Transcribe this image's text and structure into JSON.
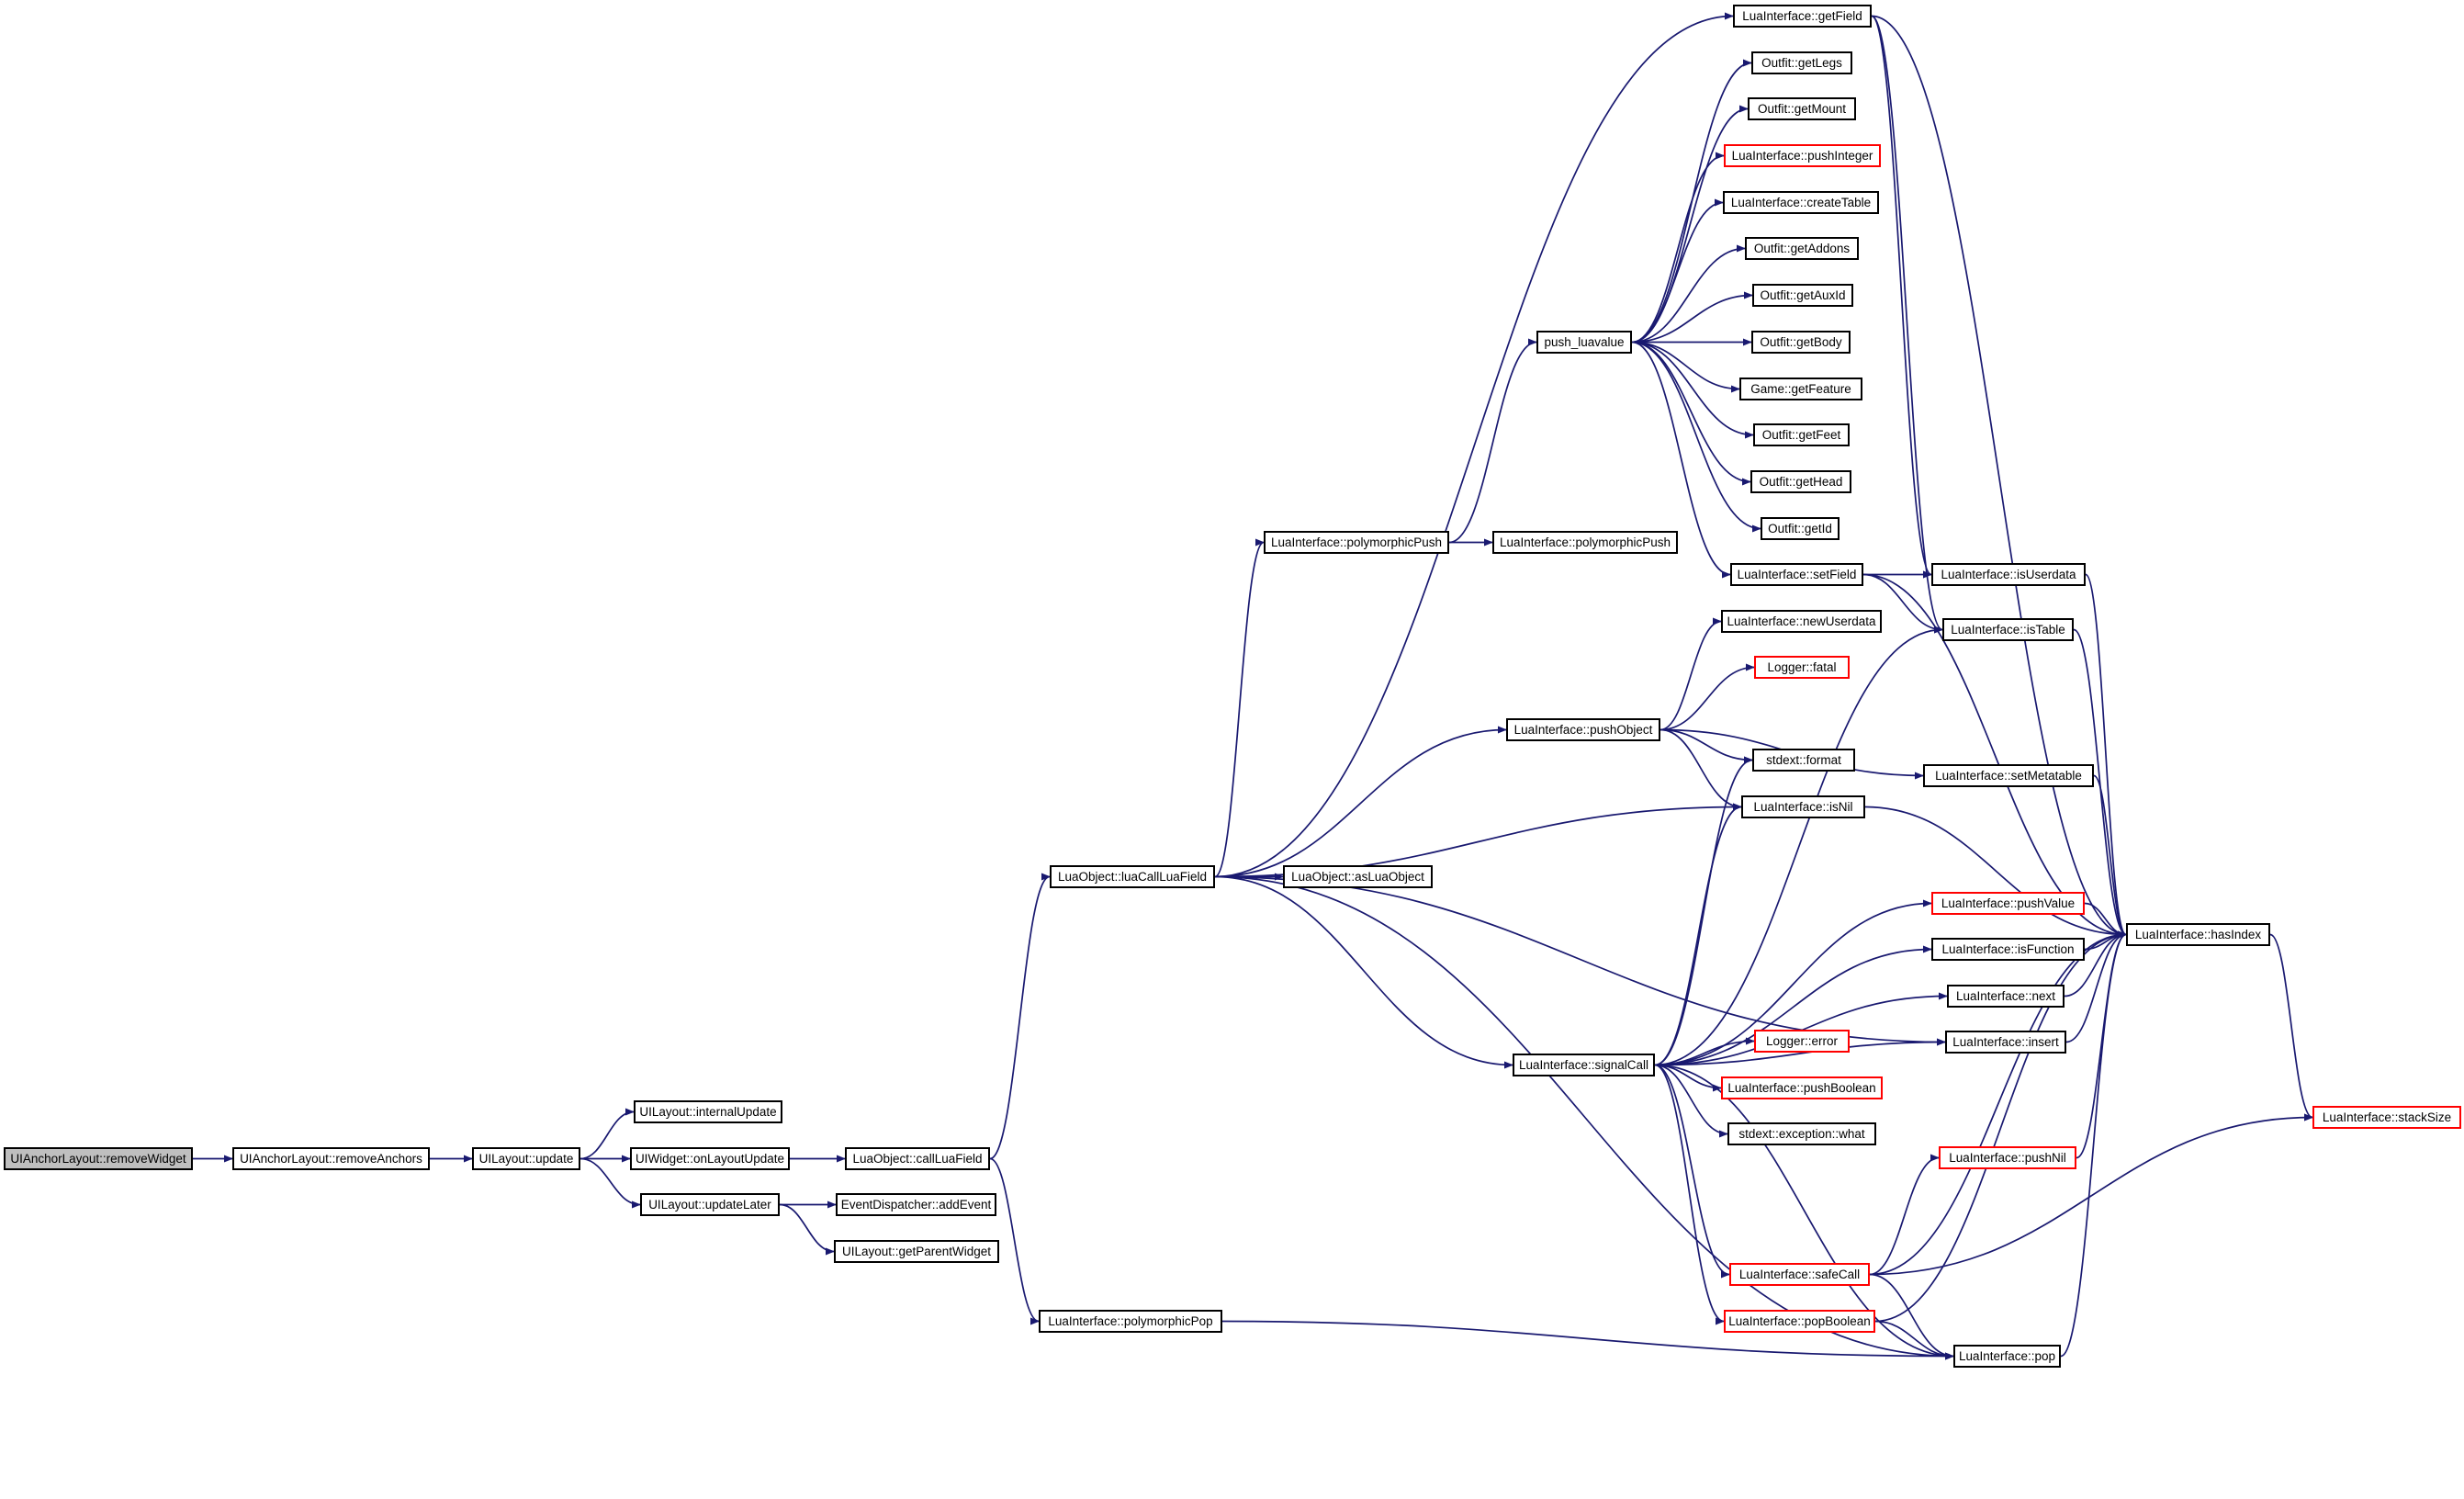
{
  "diagram": {
    "colors": {
      "edge": "#191970",
      "node_border": "#000000",
      "truncated_border": "#ff0000",
      "root_fill": "#bfbfbf",
      "background": "#ffffff"
    },
    "nodes": [
      {
        "id": "removeWidget",
        "label": "UIAnchorLayout::removeWidget",
        "root": true
      },
      {
        "id": "removeAnchors",
        "label": "UIAnchorLayout::removeAnchors"
      },
      {
        "id": "update",
        "label": "UILayout::update"
      },
      {
        "id": "internalUpdate",
        "label": "UILayout::internalUpdate"
      },
      {
        "id": "onLayoutUpdate",
        "label": "UIWidget::onLayoutUpdate"
      },
      {
        "id": "updateLater",
        "label": "UILayout::updateLater"
      },
      {
        "id": "addEvent",
        "label": "EventDispatcher::addEvent"
      },
      {
        "id": "getParentWidget",
        "label": "UILayout::getParentWidget"
      },
      {
        "id": "callLuaField",
        "label": "LuaObject::callLuaField"
      },
      {
        "id": "polymorphicPop",
        "label": "LuaInterface::polymorphicPop"
      },
      {
        "id": "luaCallLuaField",
        "label": "LuaObject::luaCallLuaField"
      },
      {
        "id": "asLuaObject",
        "label": "LuaObject::asLuaObject"
      },
      {
        "id": "polymorphicPush1",
        "label": "LuaInterface::polymorphicPush"
      },
      {
        "id": "polymorphicPush2",
        "label": "LuaInterface::polymorphicPush"
      },
      {
        "id": "push_luavalue",
        "label": "push_luavalue"
      },
      {
        "id": "pushObject",
        "label": "LuaInterface::pushObject"
      },
      {
        "id": "signalCall",
        "label": "LuaInterface::signalCall"
      },
      {
        "id": "getField",
        "label": "LuaInterface::getField"
      },
      {
        "id": "getLegs",
        "label": "Outfit::getLegs"
      },
      {
        "id": "getMount",
        "label": "Outfit::getMount"
      },
      {
        "id": "pushInteger",
        "label": "LuaInterface::pushInteger",
        "truncated": true
      },
      {
        "id": "createTable",
        "label": "LuaInterface::createTable"
      },
      {
        "id": "getAddons",
        "label": "Outfit::getAddons"
      },
      {
        "id": "getAuxId",
        "label": "Outfit::getAuxId"
      },
      {
        "id": "getBody",
        "label": "Outfit::getBody"
      },
      {
        "id": "getFeature",
        "label": "Game::getFeature"
      },
      {
        "id": "getFeet",
        "label": "Outfit::getFeet"
      },
      {
        "id": "getHead",
        "label": "Outfit::getHead"
      },
      {
        "id": "getId",
        "label": "Outfit::getId"
      },
      {
        "id": "setField",
        "label": "LuaInterface::setField"
      },
      {
        "id": "newUserdata",
        "label": "LuaInterface::newUserdata"
      },
      {
        "id": "fatal",
        "label": "Logger::fatal",
        "truncated": true
      },
      {
        "id": "format",
        "label": "stdext::format"
      },
      {
        "id": "isNil",
        "label": "LuaInterface::isNil"
      },
      {
        "id": "error",
        "label": "Logger::error",
        "truncated": true
      },
      {
        "id": "pushBoolean",
        "label": "LuaInterface::pushBoolean",
        "truncated": true
      },
      {
        "id": "what",
        "label": "stdext::exception::what"
      },
      {
        "id": "safeCall",
        "label": "LuaInterface::safeCall",
        "truncated": true
      },
      {
        "id": "popBoolean",
        "label": "LuaInterface::popBoolean",
        "truncated": true
      },
      {
        "id": "isUserdata",
        "label": "LuaInterface::isUserdata"
      },
      {
        "id": "isTable",
        "label": "LuaInterface::isTable"
      },
      {
        "id": "setMetatable",
        "label": "LuaInterface::setMetatable"
      },
      {
        "id": "pushValue",
        "label": "LuaInterface::pushValue",
        "truncated": true
      },
      {
        "id": "isFunction",
        "label": "LuaInterface::isFunction"
      },
      {
        "id": "next",
        "label": "LuaInterface::next"
      },
      {
        "id": "insert",
        "label": "LuaInterface::insert"
      },
      {
        "id": "pushNil",
        "label": "LuaInterface::pushNil",
        "truncated": true
      },
      {
        "id": "pop",
        "label": "LuaInterface::pop"
      },
      {
        "id": "hasIndex",
        "label": "LuaInterface::hasIndex"
      },
      {
        "id": "stackSize",
        "label": "LuaInterface::stackSize",
        "truncated": true
      }
    ],
    "edges": [
      [
        "removeWidget",
        "removeAnchors"
      ],
      [
        "removeAnchors",
        "update"
      ],
      [
        "update",
        "internalUpdate"
      ],
      [
        "update",
        "onLayoutUpdate"
      ],
      [
        "update",
        "updateLater"
      ],
      [
        "onLayoutUpdate",
        "callLuaField"
      ],
      [
        "updateLater",
        "addEvent"
      ],
      [
        "updateLater",
        "getParentWidget"
      ],
      [
        "callLuaField",
        "luaCallLuaField"
      ],
      [
        "callLuaField",
        "polymorphicPop"
      ],
      [
        "polymorphicPop",
        "pop"
      ],
      [
        "luaCallLuaField",
        "asLuaObject"
      ],
      [
        "luaCallLuaField",
        "polymorphicPush1"
      ],
      [
        "luaCallLuaField",
        "pushObject"
      ],
      [
        "luaCallLuaField",
        "signalCall"
      ],
      [
        "luaCallLuaField",
        "getField"
      ],
      [
        "luaCallLuaField",
        "isNil"
      ],
      [
        "luaCallLuaField",
        "insert"
      ],
      [
        "luaCallLuaField",
        "pop"
      ],
      [
        "polymorphicPush1",
        "polymorphicPush2"
      ],
      [
        "polymorphicPush1",
        "push_luavalue"
      ],
      [
        "push_luavalue",
        "getLegs"
      ],
      [
        "push_luavalue",
        "getMount"
      ],
      [
        "push_luavalue",
        "pushInteger"
      ],
      [
        "push_luavalue",
        "createTable"
      ],
      [
        "push_luavalue",
        "getAddons"
      ],
      [
        "push_luavalue",
        "getAuxId"
      ],
      [
        "push_luavalue",
        "getBody"
      ],
      [
        "push_luavalue",
        "getFeature"
      ],
      [
        "push_luavalue",
        "getFeet"
      ],
      [
        "push_luavalue",
        "getHead"
      ],
      [
        "push_luavalue",
        "getId"
      ],
      [
        "push_luavalue",
        "setField"
      ],
      [
        "pushObject",
        "newUserdata"
      ],
      [
        "pushObject",
        "fatal"
      ],
      [
        "pushObject",
        "format"
      ],
      [
        "pushObject",
        "isNil"
      ],
      [
        "pushObject",
        "setMetatable"
      ],
      [
        "signalCall",
        "format"
      ],
      [
        "signalCall",
        "isNil"
      ],
      [
        "signalCall",
        "isTable"
      ],
      [
        "signalCall",
        "pushValue"
      ],
      [
        "signalCall",
        "isFunction"
      ],
      [
        "signalCall",
        "next"
      ],
      [
        "signalCall",
        "insert"
      ],
      [
        "signalCall",
        "error"
      ],
      [
        "signalCall",
        "pushBoolean"
      ],
      [
        "signalCall",
        "what"
      ],
      [
        "signalCall",
        "safeCall"
      ],
      [
        "signalCall",
        "popBoolean"
      ],
      [
        "signalCall",
        "pop"
      ],
      [
        "getField",
        "isUserdata"
      ],
      [
        "getField",
        "isTable"
      ],
      [
        "getField",
        "hasIndex"
      ],
      [
        "setField",
        "isUserdata"
      ],
      [
        "setField",
        "isTable"
      ],
      [
        "setField",
        "hasIndex"
      ],
      [
        "isUserdata",
        "hasIndex"
      ],
      [
        "isTable",
        "hasIndex"
      ],
      [
        "setMetatable",
        "hasIndex"
      ],
      [
        "isNil",
        "hasIndex"
      ],
      [
        "pushValue",
        "hasIndex"
      ],
      [
        "isFunction",
        "hasIndex"
      ],
      [
        "next",
        "hasIndex"
      ],
      [
        "insert",
        "hasIndex"
      ],
      [
        "safeCall",
        "pushNil"
      ],
      [
        "safeCall",
        "stackSize"
      ],
      [
        "safeCall",
        "pop"
      ],
      [
        "safeCall",
        "hasIndex"
      ],
      [
        "popBoolean",
        "pop"
      ],
      [
        "popBoolean",
        "hasIndex"
      ],
      [
        "pushNil",
        "hasIndex"
      ],
      [
        "pop",
        "hasIndex"
      ],
      [
        "hasIndex",
        "stackSize"
      ]
    ]
  }
}
